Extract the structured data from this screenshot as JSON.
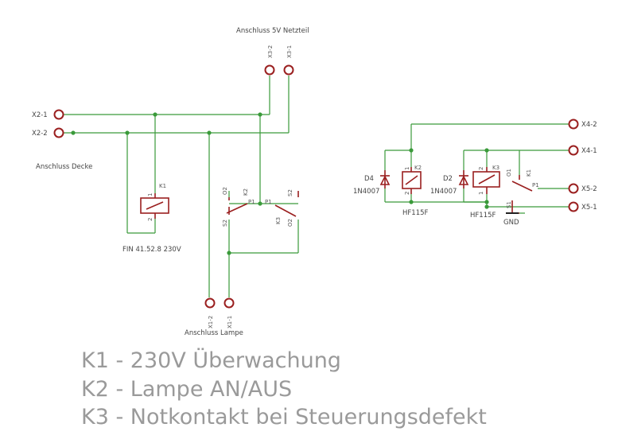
{
  "labels": {
    "netzteil": "Anschluss 5V Netzteil",
    "decke": "Anschluss Decke",
    "lampe": "Anschluss Lampe",
    "relay_fin": "FIN 41.52.8 230V",
    "hf1": "HF115F",
    "hf2": "HF115F",
    "diode_d4": "D4",
    "diode_d2": "D2",
    "diode_type1": "1N4007",
    "diode_type2": "1N4007",
    "gnd": "GND"
  },
  "connectors": {
    "x3_2": "X3-2",
    "x3_1": "X3-1",
    "x2_1": "X2-1",
    "x2_2": "X2-2",
    "x1_2": "X1-2",
    "x1_1": "X1-1",
    "x4_2": "X4-2",
    "x4_1": "X4-1",
    "x5_2": "X5-2",
    "x5_1": "X5-1"
  },
  "parts": {
    "k1": "K1",
    "k2": "K2",
    "k3": "K3",
    "k1_contact": "K1",
    "k2_contact": "K2",
    "k3_contact": "K3",
    "p1": "P1",
    "s1": "S1",
    "s2": "S2",
    "o1": "O1",
    "o2": "O2",
    "pin1": "1",
    "pin2": "2"
  },
  "legend": [
    "K1 - 230V Überwachung",
    "K2 - Lampe AN/AUS",
    "K3 - Notkontakt bei Steuerungsdefekt"
  ],
  "colors": {
    "wire": "#3a9a3a",
    "component": "#9a1f1f",
    "text": "#444444",
    "legend": "#9a9a9a"
  }
}
